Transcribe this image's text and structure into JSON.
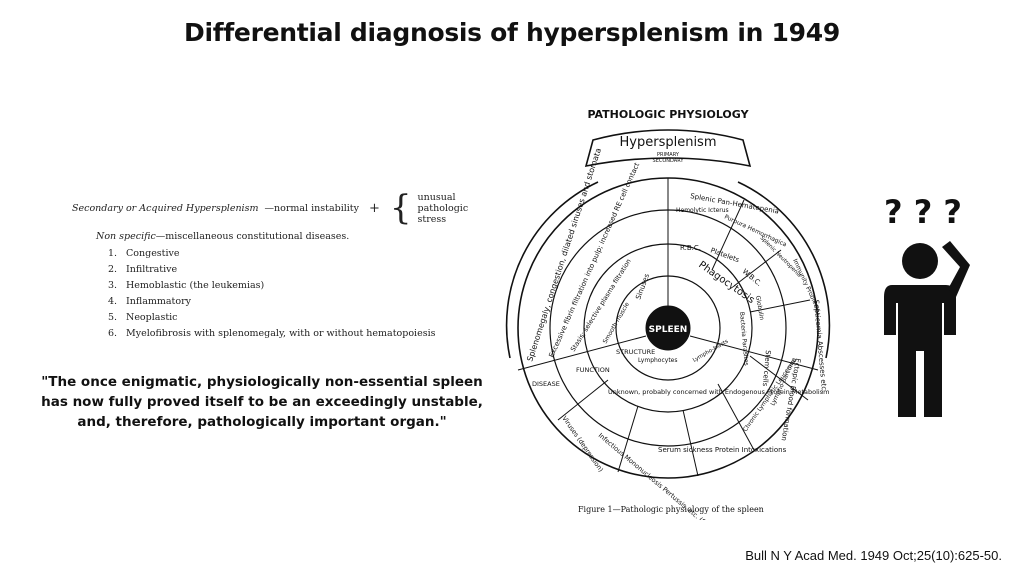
{
  "slide": {
    "title": "Differential diagnosis of hypersplenism in 1949",
    "quote": "\"The once enigmatic, physiologically non-essential spleen has now fully proved itself to be an exceedingly unstable, and, therefore, pathologically important organ.\"",
    "citation": "Bull N Y Acad Med. 1949 Oct;25(10):625-50."
  },
  "excerpt": {
    "lead_italic": "Secondary or Acquired Hypersplenism",
    "lead_rest": "—normal instability",
    "plus": "+",
    "stack": [
      "unusual",
      "pathologic",
      "stress"
    ],
    "nonspecific_italic": "Non specific",
    "nonspecific_rest": "—miscellaneous constitutional diseases.",
    "items": [
      {
        "num": "1.",
        "text": "Congestive"
      },
      {
        "num": "2.",
        "text": "Infiltrative"
      },
      {
        "num": "3.",
        "text": "Hemoblastic (the leukemias)"
      },
      {
        "num": "4.",
        "text": "Inflammatory"
      },
      {
        "num": "5.",
        "text": "Neoplastic"
      },
      {
        "num": "6.",
        "text": "Myelofibrosis with splenomegaly, with or without hematopoiesis"
      }
    ]
  },
  "diagram": {
    "heading": "PATHOLOGIC PHYSIOLOGY",
    "banner": "Hypersplenism",
    "primary": "PRIMARY",
    "secondary": "SECONDARY",
    "center": "SPLEEN",
    "ring_labels": {
      "left_outer": "Splenomegaly, congestion, dilated sinuses and stomata",
      "left_mid": "Excessive fibrin filtration into pulp; increased RE cell contact",
      "splenic_pan": "Splenic Pan-Hematopenia",
      "hemolytic": "Hemolytic Icterus",
      "purpura": "Purpura Hemorrhagica",
      "agranulo": "Splenic Neutropenia",
      "immunity": "Immunity Problems",
      "rbc": "R.B.C.",
      "platelets": "Platelets",
      "wbc": "W.B.C.",
      "phagocytosis": "Phagocytosis",
      "globulin": "Globulin",
      "bacteria": "Bacteria Parasites",
      "septicemia": "Septicemia Abscesses etc.",
      "stem_cells": "Stem cells",
      "ectopic": "Ectopic Blood formation",
      "lymphocytes": "Lymphocytes",
      "lymphoblasts": "Lympho-blasts",
      "unknown": "Unknown, probably concerned with Endogenous Protein Metabolism",
      "viruses": "Viruses (depression)",
      "infectious": "Infectious Mononucleosis Pertussis, etc. (Stimulation)",
      "serum": "Serum sickness Protein Intoxications",
      "chronic": "Chronic Lymphatic Leucemia",
      "lymphosarcoma": "Lympho-Sarcoma",
      "disease": "DISEASE",
      "function": "FUNCTION",
      "structure": "STRUCTURE",
      "sinuses": "Sinuses",
      "stasis": "Stasis; selective plasma filtration",
      "smooth": "Smooth muscle"
    },
    "caption": "Figure 1—Pathologic physiology of the spleen"
  },
  "icons": {
    "questions": "? ? ?",
    "person": "thinking-person-icon"
  }
}
